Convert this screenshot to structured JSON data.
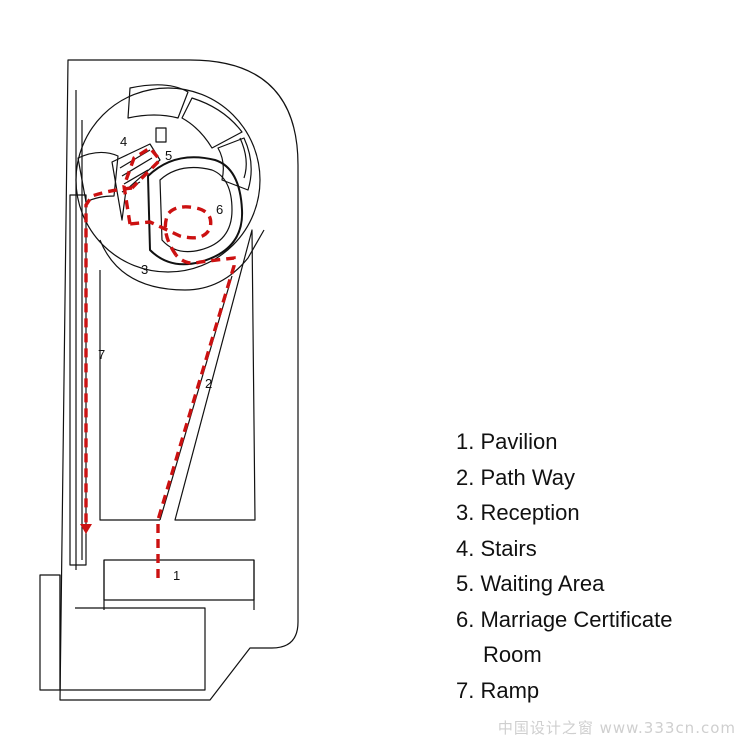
{
  "legend": [
    {
      "number": "1.",
      "text": "Pavilion"
    },
    {
      "number": "2.",
      "text": "Path Way"
    },
    {
      "number": "3.",
      "text": "Reception"
    },
    {
      "number": "4.",
      "text": "Stairs"
    },
    {
      "number": "5.",
      "text": "Waiting Area"
    },
    {
      "number": "6.",
      "text": "Marriage Certificate",
      "continuation": "Room"
    },
    {
      "number": "7.",
      "text": "Ramp"
    }
  ],
  "plan_labels": [
    "1",
    "2",
    "3",
    "4",
    "5",
    "6",
    "7"
  ],
  "colors": {
    "path": "#cc1111",
    "walls": "#111111"
  },
  "watermark": "中国设计之窗 www.333cn.com"
}
